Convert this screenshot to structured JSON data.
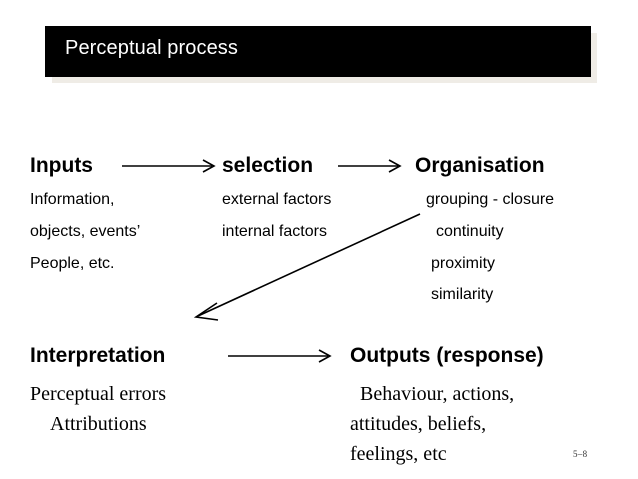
{
  "slide": {
    "title": "Perceptual process",
    "page_number": "5–8",
    "background_color": "#ffffff",
    "title_bar_color": "#000000",
    "title_text_color": "#ffffff"
  },
  "diagram": {
    "stages": [
      {
        "id": "inputs",
        "heading": "Inputs",
        "items": [
          "Information,",
          "objects, events’",
          "People, etc."
        ]
      },
      {
        "id": "selection",
        "heading": "selection",
        "items": [
          "external factors",
          "internal factors"
        ]
      },
      {
        "id": "organisation",
        "heading": "Organisation",
        "items": [
          "grouping - closure",
          "continuity",
          "proximity",
          "similarity"
        ]
      },
      {
        "id": "interpretation",
        "heading": "Interpretation",
        "items": [
          "Perceptual errors",
          "Attributions"
        ]
      },
      {
        "id": "outputs",
        "heading": "Outputs (response)",
        "items": [
          "Behaviour, actions,",
          "attitudes, beliefs,",
          "feelings, etc"
        ]
      }
    ],
    "arrows": [
      {
        "id": "inputs-to-selection",
        "from": "inputs",
        "to": "selection",
        "direction": "right"
      },
      {
        "id": "selection-to-organisation",
        "from": "selection",
        "to": "organisation",
        "direction": "right"
      },
      {
        "id": "organisation-to-interpretation",
        "from": "organisation",
        "to": "interpretation",
        "direction": "down-left"
      },
      {
        "id": "interpretation-to-outputs",
        "from": "interpretation",
        "to": "outputs",
        "direction": "right"
      }
    ]
  }
}
